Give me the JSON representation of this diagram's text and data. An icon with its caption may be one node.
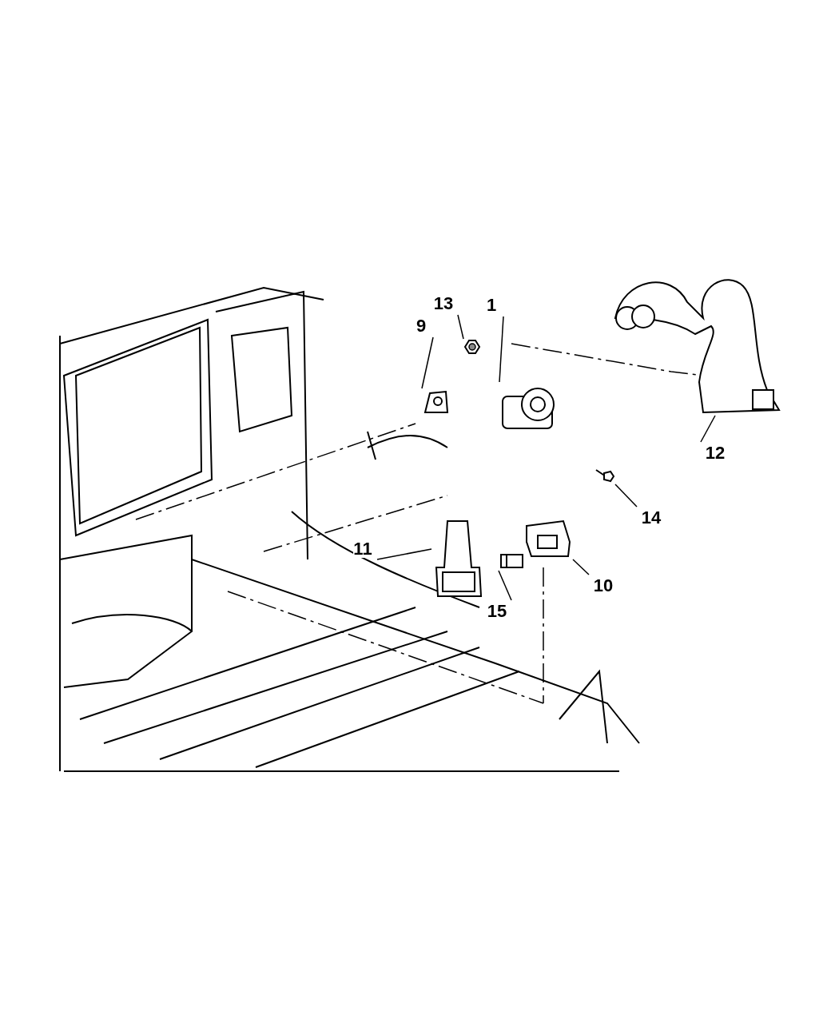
{
  "diagram": {
    "nodes": [
      {
        "text": [
          "1"
        ]
      },
      {
        "text": [
          "13"
        ]
      },
      {
        "text": [
          "9"
        ]
      },
      {
        "text": [
          "12"
        ]
      },
      {
        "text": [
          "14"
        ]
      },
      {
        "text": [
          "11"
        ]
      },
      {
        "text": [
          "10"
        ]
      },
      {
        "text": [
          "15"
        ]
      },
      {
        "text": [],
        "shape": "picture"
      },
      {
        "text": [],
        "shape": "picture"
      },
      {
        "text": [],
        "shape": "picture"
      },
      {
        "text": [],
        "shape": "picture"
      },
      {
        "text": [],
        "shape": "picture"
      },
      {
        "text": [],
        "shape": "picture"
      },
      {
        "text": [],
        "shape": "picture"
      },
      {
        "text": [],
        "shape": "picture"
      }
    ],
    "edges": [
      {
        "from": 0,
        "to": 8,
        "arrow": "none"
      },
      {
        "from": 1,
        "to": 9,
        "arrow": "none"
      },
      {
        "from": 2,
        "to": 10,
        "arrow": "none"
      },
      {
        "from": 3,
        "to": 11,
        "arrow": "none"
      },
      {
        "from": 4,
        "to": 12,
        "arrow": "none"
      },
      {
        "from": 5,
        "to": 13,
        "arrow": "none"
      },
      {
        "from": 6,
        "to": 14,
        "arrow": "none"
      },
      {
        "from": 7,
        "to": 15,
        "arrow": "none"
      }
    ]
  }
}
